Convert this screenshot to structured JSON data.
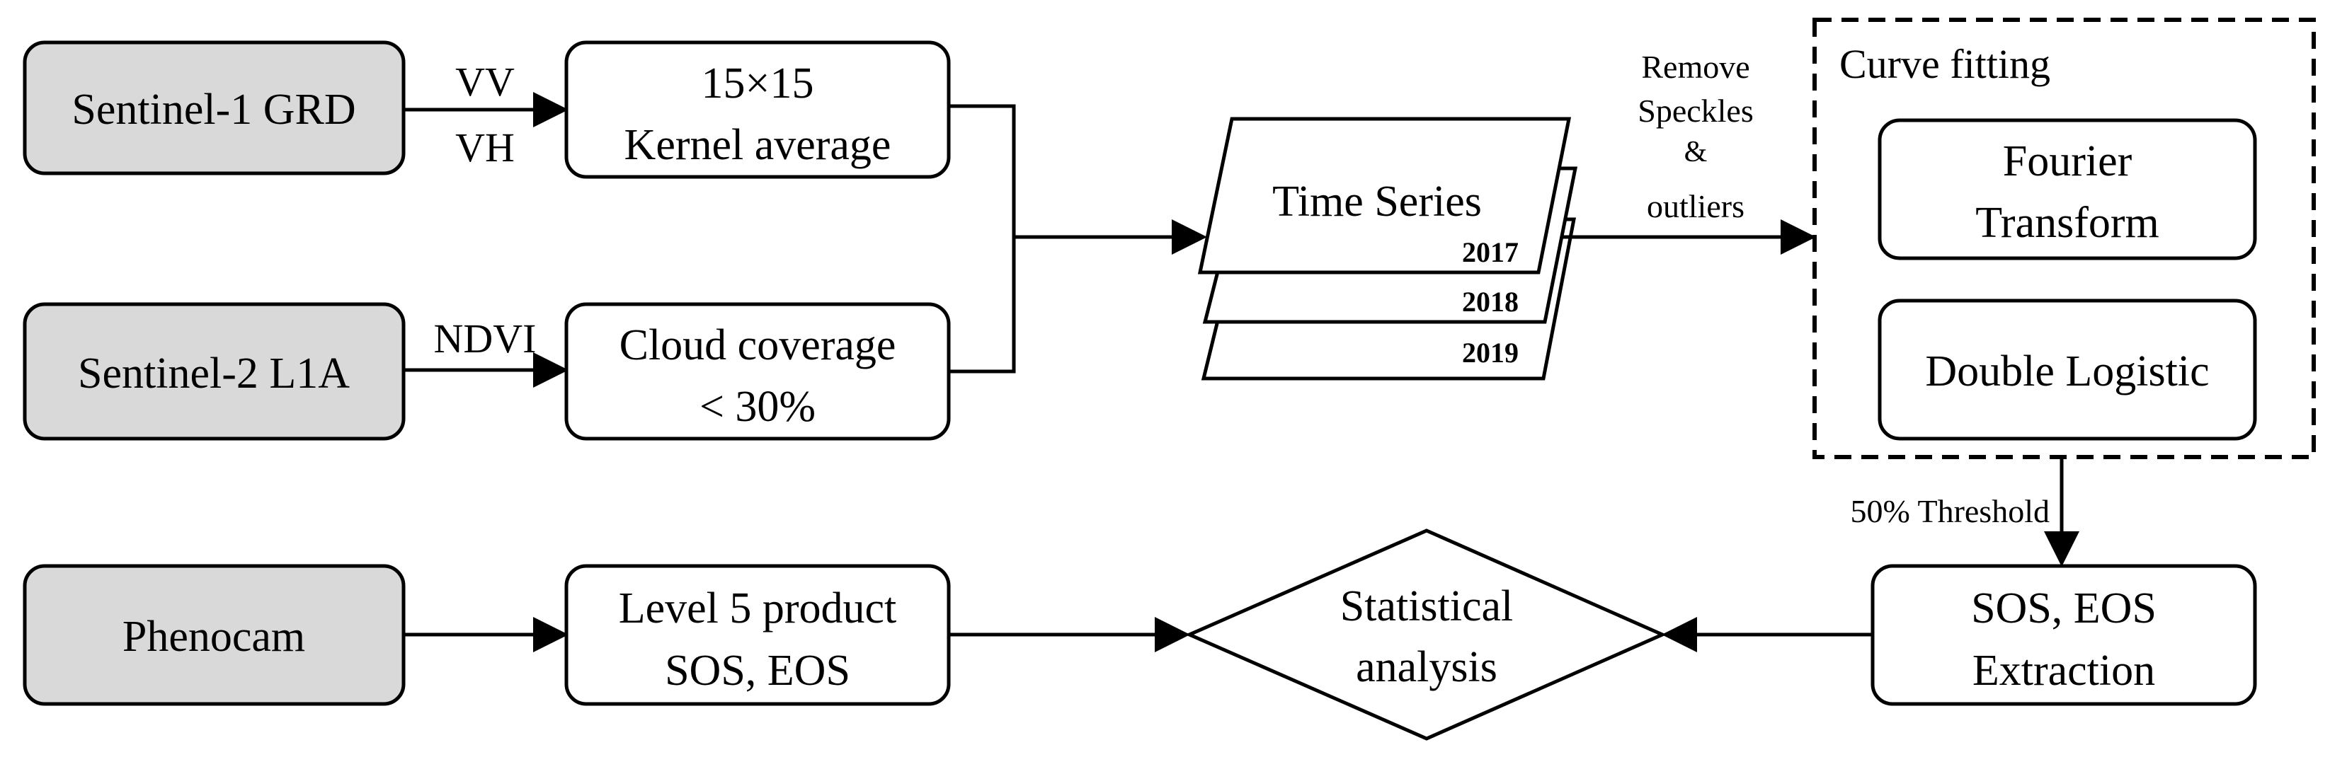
{
  "sources": {
    "s1": "Sentinel-1 GRD",
    "s2": "Sentinel-2 L1A",
    "phenocam": "Phenocam"
  },
  "edge_labels": {
    "vv": "VV",
    "vh": "VH",
    "ndvi": "NDVI",
    "remove_1": "Remove",
    "remove_2": "Speckles",
    "remove_3": "&",
    "remove_4": "outliers",
    "threshold": "50% Threshold"
  },
  "process": {
    "kernel_1": "15×15",
    "kernel_2": "Kernel average",
    "cloud_1": "Cloud coverage",
    "cloud_2": "< 30%",
    "level5_1": "Level 5 product",
    "level5_2": "SOS, EOS",
    "sos_1": "SOS, EOS",
    "sos_2": "Extraction"
  },
  "time_series": {
    "title": "Time Series",
    "years": [
      "2017",
      "2018",
      "2019"
    ]
  },
  "curve_fitting": {
    "title": "Curve fitting",
    "fourier_1": "Fourier",
    "fourier_2": "Transform",
    "double_logistic": "Double Logistic"
  },
  "decision": {
    "line1": "Statistical",
    "line2": "analysis"
  }
}
